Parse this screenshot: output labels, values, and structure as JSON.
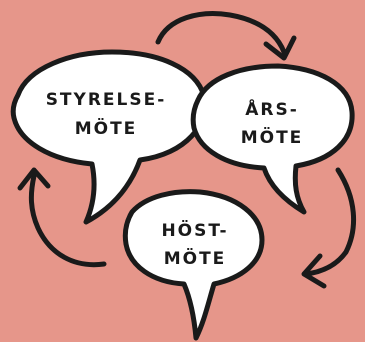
{
  "diagram": {
    "bubbles": [
      {
        "id": "styrelse",
        "line1": "STYRELSE-",
        "line2": "MÖTE"
      },
      {
        "id": "ars",
        "line1": "ÅRS-",
        "line2": "MÖTE"
      },
      {
        "id": "host",
        "line1": "HÖST-",
        "line2": "MÖTE"
      }
    ],
    "colors": {
      "background": "#e6968a",
      "bubble_fill": "#ffffff",
      "stroke": "#1a1a1a"
    },
    "flow": "cycle-clockwise"
  }
}
